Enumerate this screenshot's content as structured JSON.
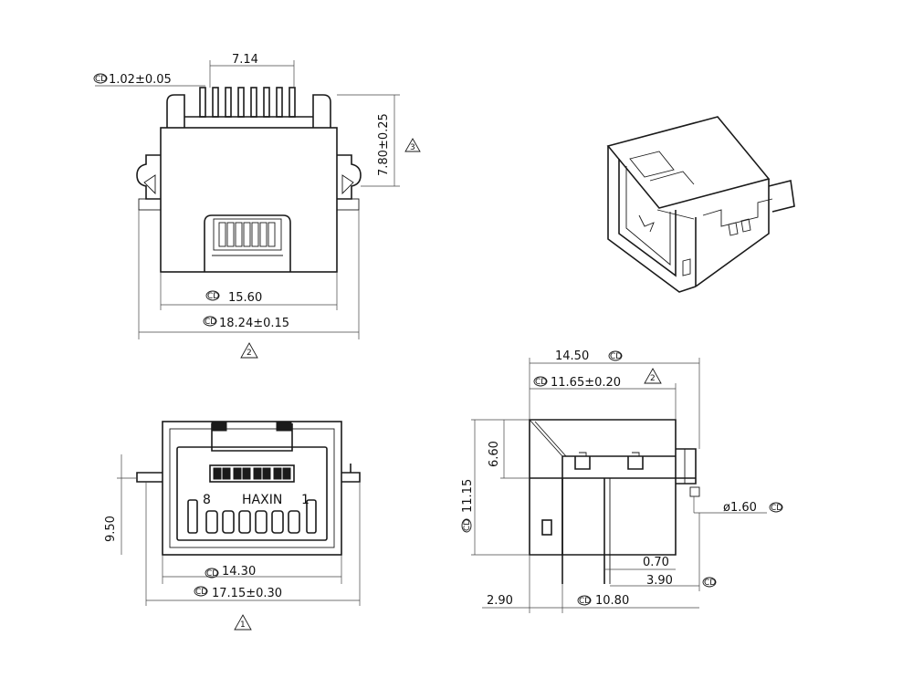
{
  "top_view": {
    "dims": {
      "pin_pitch": "7.14",
      "pin_width": "1.02±0.05",
      "height": "7.80±0.25",
      "inner_width": "15.60",
      "outer_width": "18.24±0.15"
    }
  },
  "front_view": {
    "dims": {
      "tab_height": "9.50",
      "inner_width": "14.30",
      "outer_width": "17.15±0.30"
    },
    "labels": {
      "pin_left": "8",
      "brand": "HAXIN",
      "pin_right": "1"
    }
  },
  "side_view": {
    "dims": {
      "overall_length": "14.50",
      "body_length": "11.65±0.20",
      "top_offset": "6.60",
      "height": "11.15",
      "post_dia": "ø1.60",
      "pin_offset": "0.70",
      "post_offset": "3.90",
      "front_gap": "2.90",
      "pin_span": "10.80"
    }
  },
  "symbols": {
    "revision_triangle": "triangle-icon",
    "critical_mark": "critical-dimension-icon"
  },
  "colors": {
    "line": "#1a1a1a",
    "background": "#ffffff"
  }
}
